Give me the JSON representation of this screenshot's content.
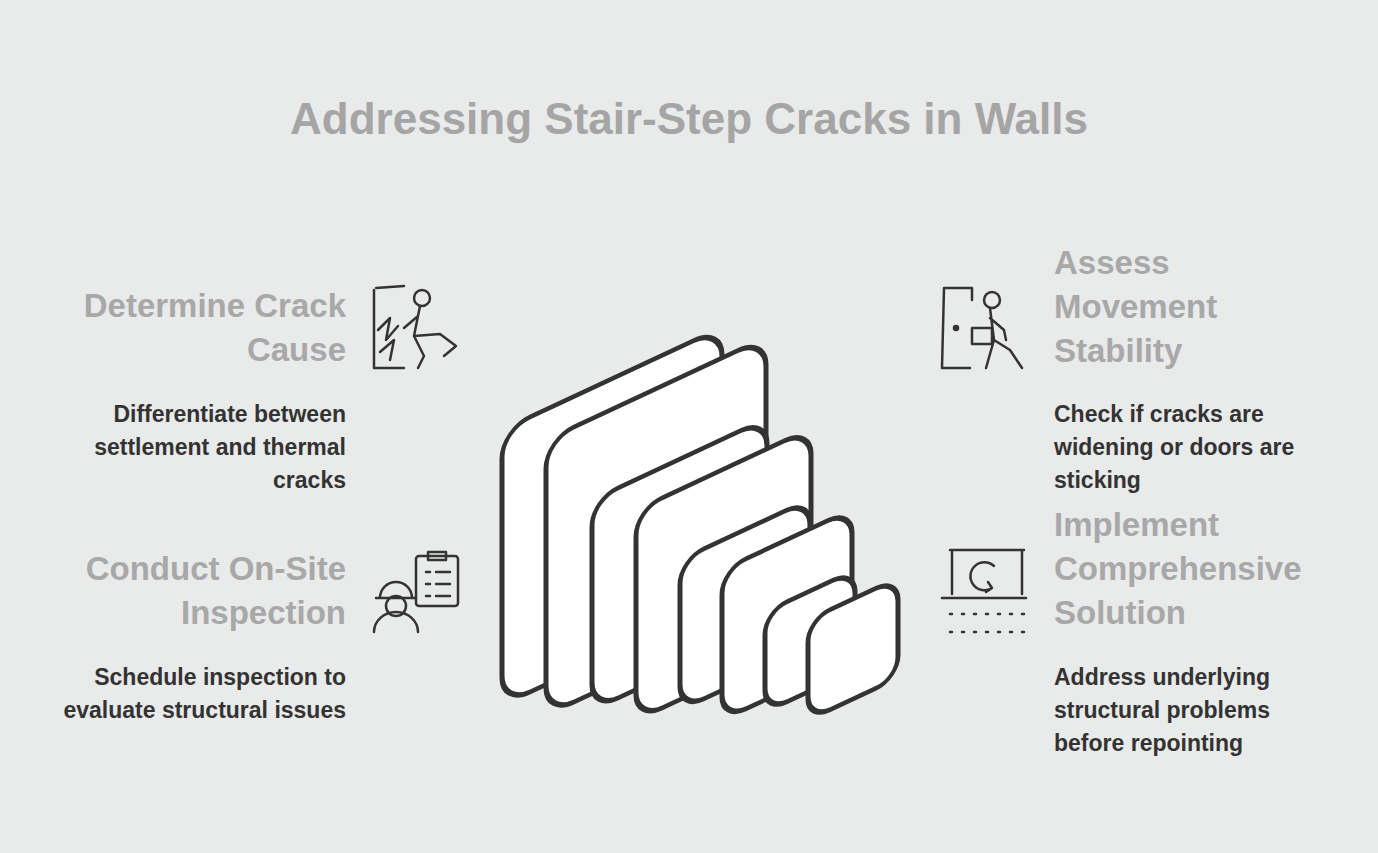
{
  "diagram": {
    "title": "Addressing Stair-Step Cracks in Walls",
    "labels": [
      "Determine Crack Cause",
      "Differentiate between settlement and thermal cracks",
      "Assess Movement Stability",
      "Check if cracks are widening or doors are sticking",
      "Conduct On-Site Inspection",
      "Schedule inspection to evaluate structural issues",
      "Implement Comprehensive Solution",
      "Address underlying structural problems before repointing"
    ]
  }
}
